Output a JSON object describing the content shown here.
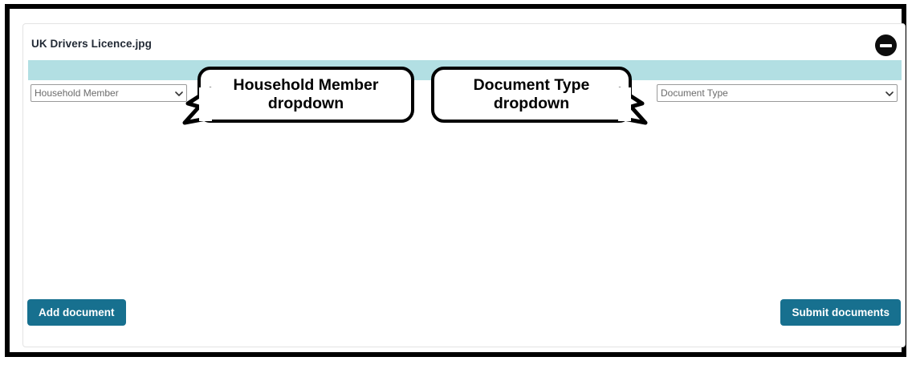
{
  "document_card": {
    "title": "UK Drivers Licence.jpg",
    "collapse_icon": "minus-circle-icon",
    "band_color": "#b2dfe3",
    "household_member_select": {
      "value": "Household Member",
      "placeholder": "Household Member",
      "options": [
        "Household Member"
      ],
      "chevron_icon": "chevron-down-icon"
    },
    "document_type_select": {
      "value": "Document Type",
      "placeholder": "Document Type",
      "options": [
        "Document Type"
      ],
      "chevron_icon": "chevron-down-icon"
    }
  },
  "footer": {
    "add_document_label": "Add document",
    "submit_documents_label": "Submit documents",
    "button_color": "#17708f"
  },
  "annotations": {
    "household_member_callout": "Household Member dropdown",
    "document_type_callout": "Document Type dropdown"
  }
}
